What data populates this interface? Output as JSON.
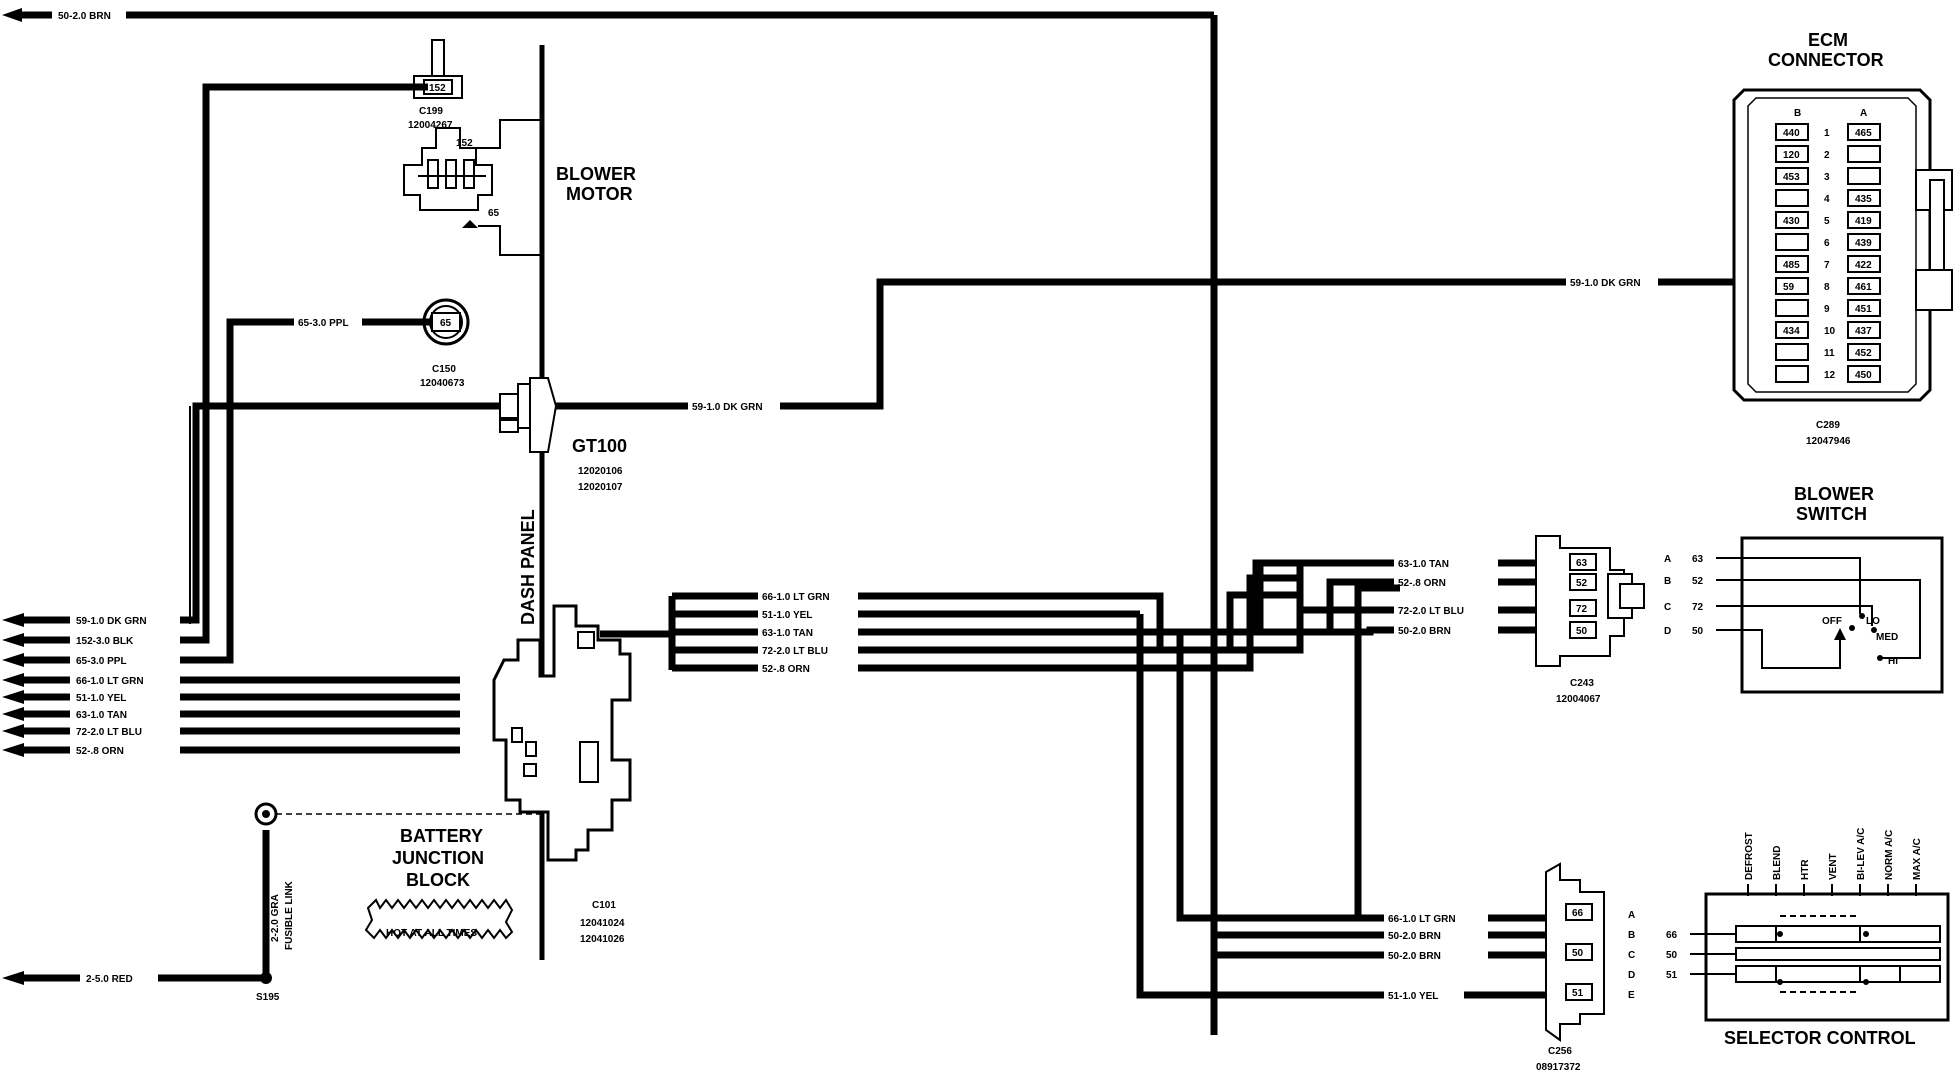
{
  "wires": {
    "top_brn": "50-2.0 BRN",
    "c289_dkgrn": "59-1.0 DK GRN",
    "gt100_dkgrn": "59-1.0 DK GRN",
    "c150_ppl": "65-3.0 PPL",
    "left_dkgrn": "59-1.0 DK GRN",
    "left_blk": "152-3.0 BLK",
    "left_ppl": "65-3.0 PPL",
    "left_ltgrn": "66-1.0 LT GRN",
    "left_yel": "51-1.0 YEL",
    "left_tan": "63-1.0 TAN",
    "left_ltblu": "72-2.0 LT BLU",
    "left_orn": "52-.8 ORN",
    "mid_ltgrn": "66-1.0 LT GRN",
    "mid_yel": "51-1.0 YEL",
    "mid_tan": "63-1.0 TAN",
    "mid_ltblu": "72-2.0 LT BLU",
    "mid_orn": "52-.8 ORN",
    "c243_tan": "63-1.0 TAN",
    "c243_orn": "52-.8 ORN",
    "c243_ltblu": "72-2.0 LT BLU",
    "c243_brn": "50-2.0 BRN",
    "c256_ltgrn": "66-1.0 LT GRN",
    "c256_brn1": "50-2.0 BRN",
    "c256_brn2": "50-2.0 BRN",
    "c256_yel": "51-1.0 YEL",
    "red": "2-5.0 RED",
    "gra": "2-2.0 GRA",
    "fusible": "FUSIBLE LINK"
  },
  "labels": {
    "blower_motor_1": "BLOWER",
    "blower_motor_2": "MOTOR",
    "dash_panel": "DASH PANEL",
    "gt100": "GT100",
    "gt100_pn1": "12020106",
    "gt100_pn2": "12020107",
    "bjb_1": "BATTERY",
    "bjb_2": "JUNCTION",
    "bjb_3": "BLOCK",
    "hot": "HOT AT ALL TIMES",
    "c101": "C101",
    "c101_pn1": "12041024",
    "c101_pn2": "12041026",
    "s195": "S195",
    "c199": "C199",
    "c199_pn": "12004267",
    "c150": "C150",
    "c150_pn": "12040673",
    "ecm_1": "ECM",
    "ecm_2": "CONNECTOR",
    "c289": "C289",
    "c289_pn": "12047946",
    "bs_1": "BLOWER",
    "bs_2": "SWITCH",
    "c243": "C243",
    "c243_pn": "12004067",
    "c256": "C256",
    "c256_pn": "08917372",
    "selector": "SELECTOR CONTROL"
  },
  "pins": {
    "c199_152": "152",
    "motor_152": "152",
    "motor_65": "65",
    "c150_65": "65",
    "c243": [
      "63",
      "52",
      "72",
      "50"
    ],
    "c256_66": "66",
    "c256_50": "50",
    "c256_51": "51",
    "c256_letters": [
      "A",
      "B",
      "C",
      "D",
      "E"
    ]
  },
  "ecm": {
    "col_b": "B",
    "col_a": "A",
    "rows": [
      {
        "n": "1",
        "b": "440",
        "a": "465"
      },
      {
        "n": "2",
        "b": "120",
        "a": ""
      },
      {
        "n": "3",
        "b": "453",
        "a": ""
      },
      {
        "n": "4",
        "b": "",
        "a": "435"
      },
      {
        "n": "5",
        "b": "430",
        "a": "419"
      },
      {
        "n": "6",
        "b": "",
        "a": "439"
      },
      {
        "n": "7",
        "b": "485",
        "a": "422"
      },
      {
        "n": "8",
        "b": "59",
        "a": "461"
      },
      {
        "n": "9",
        "b": "",
        "a": "451"
      },
      {
        "n": "10",
        "b": "434",
        "a": "437"
      },
      {
        "n": "11",
        "b": "",
        "a": "452"
      },
      {
        "n": "12",
        "b": "",
        "a": "450"
      }
    ]
  },
  "blower_switch": {
    "letters": [
      "A",
      "B",
      "C",
      "D"
    ],
    "nums": [
      "63",
      "52",
      "72",
      "50"
    ],
    "off": "OFF",
    "lo": "LO",
    "med": "MED",
    "hi": "HI"
  },
  "selector_control": {
    "modes": [
      "DEFROST",
      "BLEND",
      "HTR",
      "VENT",
      "BI-LEV A/C",
      "NORM A/C",
      "MAX A/C"
    ],
    "rows": [
      "66",
      "50",
      "51"
    ]
  }
}
